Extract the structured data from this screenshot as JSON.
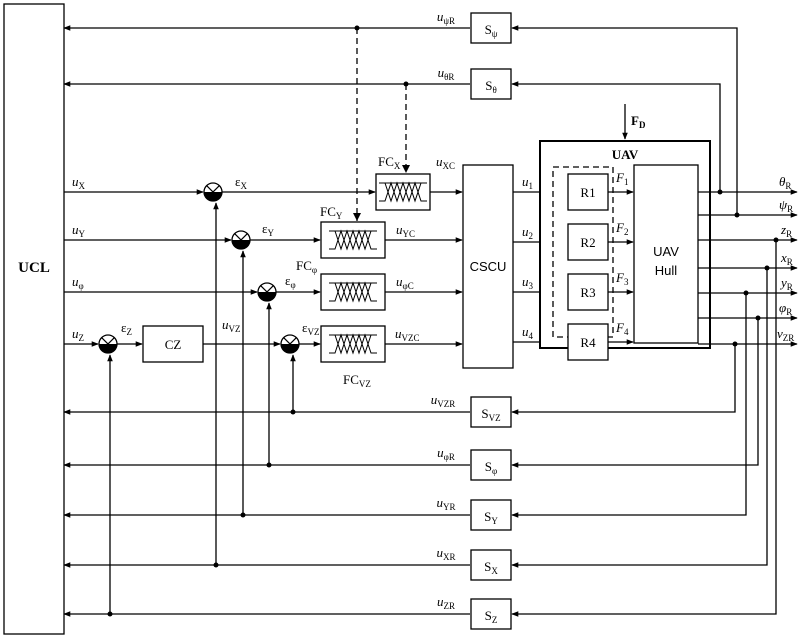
{
  "blocks": {
    "ucl": "UCL",
    "cz": "CZ",
    "cscu": "CSCU",
    "uav_title": "UAV",
    "uav_hull": [
      "UAV",
      "Hull"
    ],
    "rotors": [
      "R1",
      "R2",
      "R3",
      "R4"
    ],
    "fd": {
      "main": "F",
      "sub": "D"
    }
  },
  "fuzzy": {
    "x": {
      "main": "FC",
      "sub": "X",
      "out": {
        "main": "u",
        "sub": "XC"
      }
    },
    "y": {
      "main": "FC",
      "sub": "Y",
      "out": {
        "main": "u",
        "sub": "YC"
      }
    },
    "phi": {
      "main": "FC",
      "sub": "φ",
      "out": {
        "main": "u",
        "sub": "φC"
      }
    },
    "vz": {
      "main": "FC",
      "sub": "VZ",
      "out": {
        "main": "u",
        "sub": "VZC"
      }
    }
  },
  "inputs": [
    {
      "main": "u",
      "sub": "X"
    },
    {
      "main": "u",
      "sub": "Y"
    },
    {
      "main": "u",
      "sub": "φ"
    },
    {
      "main": "u",
      "sub": "Z"
    }
  ],
  "errors": {
    "x": {
      "main": "ε",
      "sub": "X"
    },
    "y": {
      "main": "ε",
      "sub": "Y"
    },
    "phi": {
      "main": "ε",
      "sub": "φ"
    },
    "z": {
      "main": "ε",
      "sub": "Z"
    },
    "vz": {
      "main": "ε",
      "sub": "VZ"
    }
  },
  "u_vz": {
    "main": "u",
    "sub": "VZ"
  },
  "controls": [
    {
      "main": "u",
      "sub": "1"
    },
    {
      "main": "u",
      "sub": "2"
    },
    {
      "main": "u",
      "sub": "3"
    },
    {
      "main": "u",
      "sub": "4"
    }
  ],
  "forces": [
    {
      "main": "F",
      "sub": "1"
    },
    {
      "main": "F",
      "sub": "2"
    },
    {
      "main": "F",
      "sub": "3"
    },
    {
      "main": "F",
      "sub": "4"
    }
  ],
  "sensors": {
    "psi": {
      "main": "S",
      "sub": "ψ",
      "sig": {
        "main": "u",
        "sub": "ψR"
      }
    },
    "theta": {
      "main": "S",
      "sub": "θ",
      "sig": {
        "main": "u",
        "sub": "θR"
      }
    },
    "vz": {
      "main": "S",
      "sub": "VZ",
      "sig": {
        "main": "u",
        "sub": "VZR"
      }
    },
    "phi": {
      "main": "S",
      "sub": "φ",
      "sig": {
        "main": "u",
        "sub": "φR"
      }
    },
    "y": {
      "main": "S",
      "sub": "Y",
      "sig": {
        "main": "u",
        "sub": "YR"
      }
    },
    "x": {
      "main": "S",
      "sub": "X",
      "sig": {
        "main": "u",
        "sub": "XR"
      }
    },
    "z": {
      "main": "S",
      "sub": "Z",
      "sig": {
        "main": "u",
        "sub": "ZR"
      }
    }
  },
  "outputs": [
    {
      "main": "θ",
      "sub": "R"
    },
    {
      "main": "ψ",
      "sub": "R"
    },
    {
      "main": "z",
      "sub": "R"
    },
    {
      "main": "x",
      "sub": "R"
    },
    {
      "main": "y",
      "sub": "R"
    },
    {
      "main": "φ",
      "sub": "R"
    },
    {
      "main": "v",
      "sub": "ZR"
    }
  ]
}
